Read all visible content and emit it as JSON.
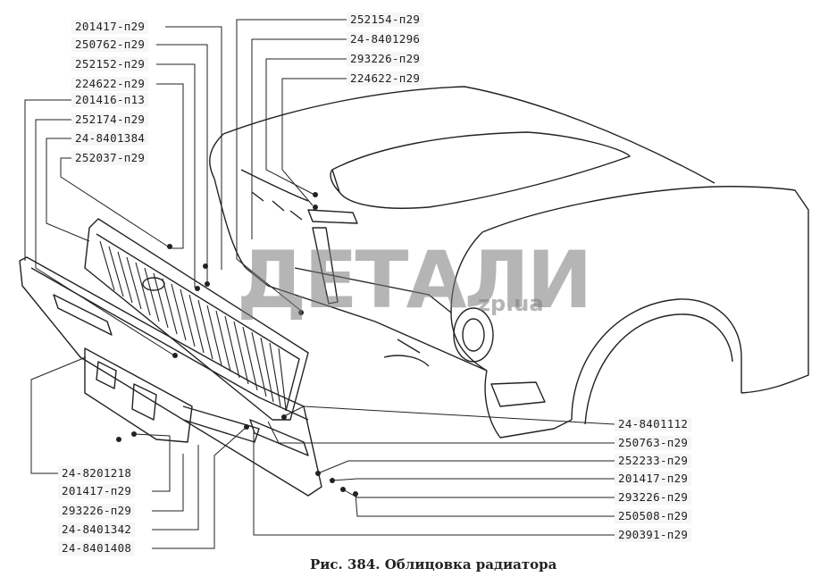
{
  "figure": {
    "caption": "Рис. 384. Облицовка радиатора",
    "watermark": "ДЕТАЛИ",
    "watermark_sub": "zp.ua",
    "watermark_color": "#9a9a9a"
  },
  "labels_top_left": [
    "201417-п29",
    "250762-п29",
    "252152-п29",
    "224622-п29",
    "201416-п13",
    "252174-п29",
    "24-8401384",
    "252037-п29"
  ],
  "labels_top_center": [
    "252154-п29",
    "24-8401296",
    "293226-п29",
    "224622-п29"
  ],
  "labels_right": [
    "24-8401112",
    "250763-п29",
    "252233-п29",
    "201417-п29",
    "293226-п29",
    "250508-п29",
    "290391-п29"
  ],
  "labels_bottom_left": [
    "24-8201218",
    "201417-п29",
    "293226-п29",
    "24-8401342",
    "24-8401408"
  ]
}
